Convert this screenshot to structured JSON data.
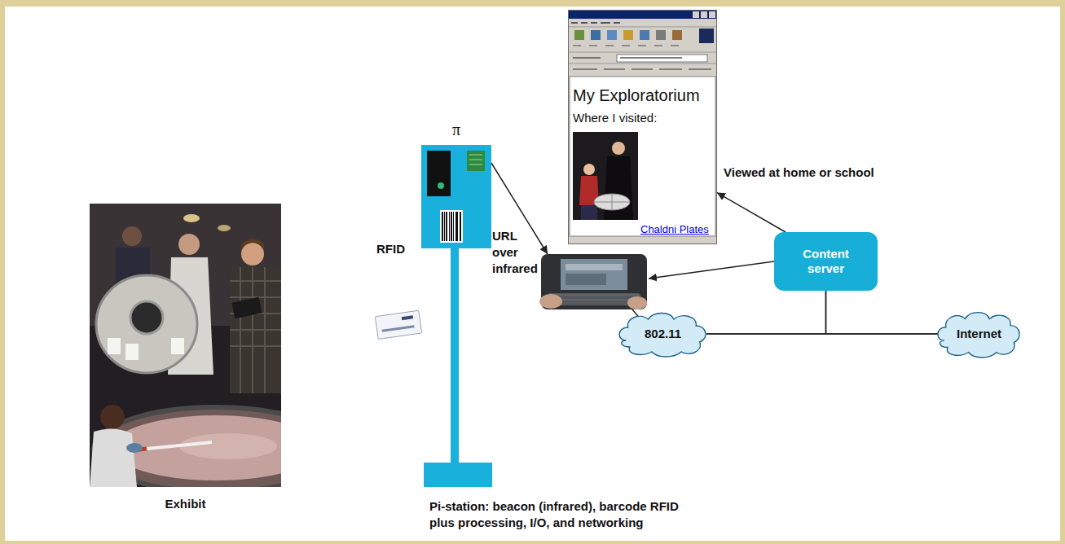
{
  "diagram": {
    "nodes": [
      {
        "text": [
          "Exhibit"
        ]
      },
      {
        "text": [
          "π"
        ]
      },
      {
        "text": [
          "My Exploratorium",
          "Where I visited:",
          "Chaldni Plates"
        ]
      },
      {
        "text": [
          "Content server"
        ]
      },
      {
        "text": [
          "802.11"
        ]
      },
      {
        "text": [
          "Internet"
        ]
      }
    ],
    "edges": [
      {
        "from": 3,
        "to": 2,
        "arrow": "to"
      },
      {
        "from": 4,
        "to": 5,
        "arrow": "none"
      },
      {
        "from": 3,
        "to": 4,
        "arrow": "none"
      },
      {
        "from": 3,
        "to": 5,
        "arrow": "none"
      }
    ],
    "labels": [
      "RFID",
      "URL over infrared",
      "Viewed at home or school",
      "Pi-station: beacon (infrared), barcode RFID plus processing, I/O, and networking"
    ]
  }
}
